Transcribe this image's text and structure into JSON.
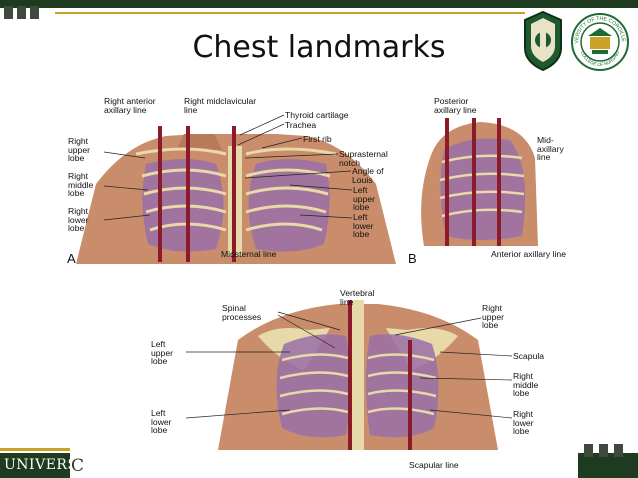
{
  "slide": {
    "title": "Chest landmarks",
    "footer_text": "UNIVERSI",
    "footer_trail": "C"
  },
  "logos": {
    "seal_left": "seal-emblem-icon",
    "seal_right": "university-of-the-cordilleras-seal-icon",
    "seal_right_top_text": "UNIVERSITY OF THE CORDILLERAS",
    "seal_right_bottom_text": "COLLEGE OF NURSING"
  },
  "figure_a": {
    "letter": "A",
    "labels": {
      "right_anterior_axillary": "Right anterior axillary line",
      "right_midclavicular": "Right midclavicular line",
      "thyroid": "Thyroid cartilage",
      "trachea": "Trachea",
      "first_rib": "First rib",
      "suprasternal": "Suprasternal notch",
      "angle_louis": "Angle of Louis",
      "left_upper": "Left upper lobe",
      "left_lower": "Left lower lobe",
      "right_upper": "Right upper lobe",
      "right_middle": "Right middle lobe",
      "right_lower": "Right lower lobe",
      "midsternal": "Midsternal line"
    }
  },
  "figure_b": {
    "letter": "B",
    "labels": {
      "posterior_axillary": "Posterior axillary line",
      "mid_axillary": "Mid-axillary line",
      "anterior_axillary": "Anterior axillary line"
    }
  },
  "figure_c": {
    "labels": {
      "vertebral": "Vertebral line",
      "spinal": "Spinal processes",
      "right_upper": "Right upper lobe",
      "left_upper": "Left upper lobe",
      "scapula": "Scapula",
      "right_middle": "Right middle lobe",
      "left_lower": "Left lower lobe",
      "right_lower": "Right lower lobe",
      "scapular": "Scapular line"
    }
  },
  "colors": {
    "header_green": "#1f3b1f",
    "accent_gold": "#c9a227",
    "line_red": "#8b1a2a",
    "lung_purple": "#9a6fa8",
    "skin": "#c98d6b"
  }
}
